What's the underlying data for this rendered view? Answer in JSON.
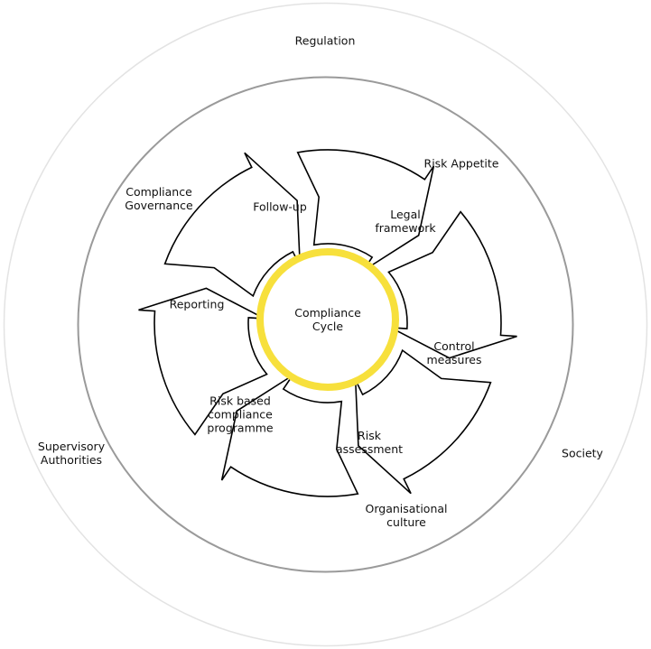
{
  "diagram": {
    "outer_context": {
      "top": "Regulation",
      "left": [
        "Supervisory",
        "Authorities"
      ],
      "right": "Society"
    },
    "inner_ring": {
      "top_right": "Risk Appetite",
      "top_left": [
        "Compliance",
        "Governance"
      ],
      "bottom": [
        "Organisational",
        "culture"
      ]
    },
    "center": [
      "Compliance",
      "Cycle"
    ],
    "cycle_steps": [
      {
        "label": [
          "Follow-up"
        ]
      },
      {
        "label": [
          "Legal",
          "framework"
        ]
      },
      {
        "label": [
          "Control",
          "measures"
        ]
      },
      {
        "label": [
          "Risk",
          "assessment"
        ]
      },
      {
        "label": [
          "Risk based",
          "compliance",
          "programme"
        ]
      },
      {
        "label": [
          "Reporting"
        ]
      }
    ],
    "colors": {
      "center_ring": "#f7e03c",
      "outer_circle": "#e3e3e3",
      "inner_circle": "#9a9a9a",
      "arrow_stroke": "#000000"
    }
  }
}
